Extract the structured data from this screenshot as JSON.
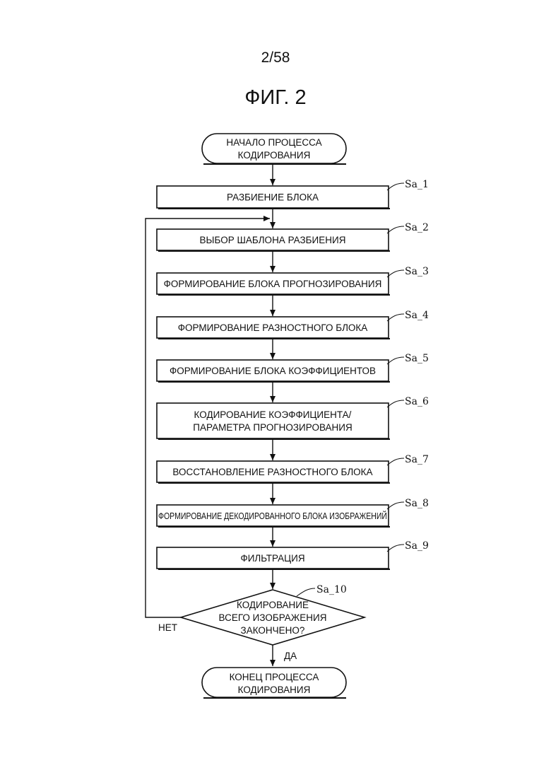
{
  "page_number": "2/58",
  "figure_title": "ФИГ. 2",
  "start": {
    "line1": "НАЧАЛО ПРОЦЕССА",
    "line2": "КОДИРОВАНИЯ"
  },
  "steps": [
    {
      "id": "Sa_1",
      "lines": [
        "РАЗБИЕНИЕ БЛОКА"
      ]
    },
    {
      "id": "Sa_2",
      "lines": [
        "ВЫБОР ШАБЛОНА РАЗБИЕНИЯ"
      ]
    },
    {
      "id": "Sa_3",
      "lines": [
        "ФОРМИРОВАНИЕ БЛОКА ПРОГНОЗИРОВАНИЯ"
      ]
    },
    {
      "id": "Sa_4",
      "lines": [
        "ФОРМИРОВАНИЕ РАЗНОСТНОГО БЛОКА"
      ]
    },
    {
      "id": "Sa_5",
      "lines": [
        "ФОРМИРОВАНИЕ БЛОКА КОЭФФИЦИЕНТОВ"
      ]
    },
    {
      "id": "Sa_6",
      "lines": [
        "КОДИРОВАНИЕ КОЭФФИЦИЕНТА/",
        "ПАРАМЕТРА ПРОГНОЗИРОВАНИЯ"
      ]
    },
    {
      "id": "Sa_7",
      "lines": [
        "ВОССТАНОВЛЕНИЕ РАЗНОСТНОГО БЛОКА"
      ]
    },
    {
      "id": "Sa_8",
      "lines": [
        "ФОРМИРОВАНИЕ ДЕКОДИРОВАННОГО БЛОКА ИЗОБРАЖЕНИЙ"
      ]
    },
    {
      "id": "Sa_9",
      "lines": [
        "ФИЛЬТРАЦИЯ"
      ]
    }
  ],
  "decision": {
    "id": "Sa_10",
    "line1": "КОДИРОВАНИЕ",
    "line2": "ВСЕГО ИЗОБРАЖЕНИЯ",
    "line3": "ЗАКОНЧЕНО?",
    "no_label": "НЕТ",
    "yes_label": "ДА"
  },
  "end": {
    "line1": "КОНЕЦ ПРОЦЕССА",
    "line2": "КОДИРОВАНИЯ"
  }
}
